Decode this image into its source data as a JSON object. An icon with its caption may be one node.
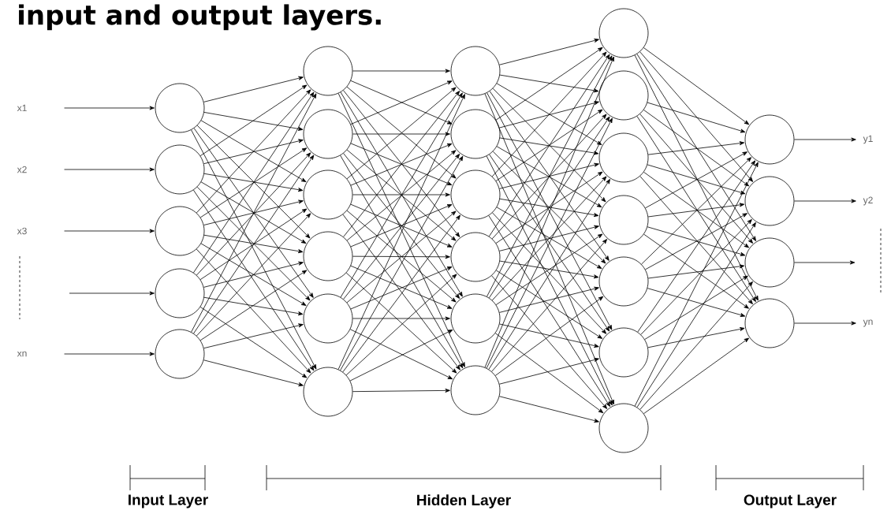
{
  "diagram": {
    "nodes": [
      {
        "text": [
          "x1"
        ]
      },
      {
        "text": [
          "x2"
        ]
      },
      {
        "text": [
          "x3"
        ]
      },
      {
        "text": [
          "xn"
        ]
      },
      {
        "text": [],
        "shape": "circle"
      },
      {
        "text": [],
        "shape": "circle"
      },
      {
        "text": [],
        "shape": "circle"
      },
      {
        "text": [],
        "shape": "circle"
      },
      {
        "text": [],
        "shape": "circle"
      },
      {
        "text": [],
        "shape": "circle"
      },
      {
        "text": [],
        "shape": "circle"
      },
      {
        "text": [],
        "shape": "circle"
      },
      {
        "text": [],
        "shape": "circle"
      },
      {
        "text": [],
        "shape": "circle"
      },
      {
        "text": [],
        "shape": "circle"
      },
      {
        "text": [],
        "shape": "circle"
      },
      {
        "text": [],
        "shape": "circle"
      },
      {
        "text": [],
        "shape": "circle"
      },
      {
        "text": [],
        "shape": "circle"
      },
      {
        "text": [],
        "shape": "circle"
      },
      {
        "text": [],
        "shape": "circle"
      },
      {
        "text": [],
        "shape": "circle"
      },
      {
        "text": [],
        "shape": "circle"
      },
      {
        "text": [],
        "shape": "circle"
      },
      {
        "text": [],
        "shape": "circle"
      },
      {
        "text": [],
        "shape": "circle"
      },
      {
        "text": [],
        "shape": "circle"
      },
      {
        "text": [],
        "shape": "circle"
      },
      {
        "text": [],
        "shape": "circle"
      },
      {
        "text": [],
        "shape": "circle"
      },
      {
        "text": [],
        "shape": "circle"
      },
      {
        "text": [],
        "shape": "circle"
      },
      {
        "text": [
          "y1"
        ]
      },
      {
        "text": [
          "y2"
        ]
      },
      {
        "text": [
          "yn"
        ]
      }
    ],
    "edges": [
      {
        "from": 0,
        "to": 4,
        "arrow": "to"
      },
      {
        "from": 1,
        "to": 5,
        "arrow": "to"
      },
      {
        "from": 2,
        "to": 6,
        "arrow": "to"
      },
      {
        "from": null,
        "to": 7,
        "arrow": "to"
      },
      {
        "from": 3,
        "to": 8,
        "arrow": "to"
      },
      {
        "from": 4,
        "to": 9,
        "arrow": "to"
      },
      {
        "from": 4,
        "to": 10,
        "arrow": "to"
      },
      {
        "from": 4,
        "to": 11,
        "arrow": "to"
      },
      {
        "from": 4,
        "to": 12,
        "arrow": "to"
      },
      {
        "from": 4,
        "to": 13,
        "arrow": "to"
      },
      {
        "from": 4,
        "to": 14,
        "arrow": "to"
      },
      {
        "from": 5,
        "to": 9,
        "arrow": "to"
      },
      {
        "from": 5,
        "to": 10,
        "arrow": "to"
      },
      {
        "from": 5,
        "to": 11,
        "arrow": "to"
      },
      {
        "from": 5,
        "to": 12,
        "arrow": "to"
      },
      {
        "from": 5,
        "to": 13,
        "arrow": "to"
      },
      {
        "from": 5,
        "to": 14,
        "arrow": "to"
      },
      {
        "from": 6,
        "to": 9,
        "arrow": "to"
      },
      {
        "from": 6,
        "to": 10,
        "arrow": "to"
      },
      {
        "from": 6,
        "to": 11,
        "arrow": "to"
      },
      {
        "from": 6,
        "to": 12,
        "arrow": "to"
      },
      {
        "from": 6,
        "to": 13,
        "arrow": "to"
      },
      {
        "from": 6,
        "to": 14,
        "arrow": "to"
      },
      {
        "from": 7,
        "to": 9,
        "arrow": "to"
      },
      {
        "from": 7,
        "to": 10,
        "arrow": "to"
      },
      {
        "from": 7,
        "to": 11,
        "arrow": "to"
      },
      {
        "from": 7,
        "to": 12,
        "arrow": "to"
      },
      {
        "from": 7,
        "to": 13,
        "arrow": "to"
      },
      {
        "from": 7,
        "to": 14,
        "arrow": "to"
      },
      {
        "from": 8,
        "to": 9,
        "arrow": "to"
      },
      {
        "from": 8,
        "to": 10,
        "arrow": "to"
      },
      {
        "from": 8,
        "to": 11,
        "arrow": "to"
      },
      {
        "from": 8,
        "to": 12,
        "arrow": "to"
      },
      {
        "from": 8,
        "to": 13,
        "arrow": "to"
      },
      {
        "from": 8,
        "to": 14,
        "arrow": "to"
      },
      {
        "from": 9,
        "to": 15,
        "arrow": "to"
      },
      {
        "from": 9,
        "to": 16,
        "arrow": "to"
      },
      {
        "from": 9,
        "to": 17,
        "arrow": "to"
      },
      {
        "from": 9,
        "to": 18,
        "arrow": "to"
      },
      {
        "from": 9,
        "to": 19,
        "arrow": "to"
      },
      {
        "from": 9,
        "to": 20,
        "arrow": "to"
      },
      {
        "from": 10,
        "to": 15,
        "arrow": "to"
      },
      {
        "from": 10,
        "to": 16,
        "arrow": "to"
      },
      {
        "from": 10,
        "to": 17,
        "arrow": "to"
      },
      {
        "from": 10,
        "to": 18,
        "arrow": "to"
      },
      {
        "from": 10,
        "to": 19,
        "arrow": "to"
      },
      {
        "from": 10,
        "to": 20,
        "arrow": "to"
      },
      {
        "from": 11,
        "to": 15,
        "arrow": "to"
      },
      {
        "from": 11,
        "to": 16,
        "arrow": "to"
      },
      {
        "from": 11,
        "to": 17,
        "arrow": "to"
      },
      {
        "from": 11,
        "to": 18,
        "arrow": "to"
      },
      {
        "from": 11,
        "to": 19,
        "arrow": "to"
      },
      {
        "from": 11,
        "to": 20,
        "arrow": "to"
      },
      {
        "from": 12,
        "to": 15,
        "arrow": "to"
      },
      {
        "from": 12,
        "to": 16,
        "arrow": "to"
      },
      {
        "from": 12,
        "to": 17,
        "arrow": "to"
      },
      {
        "from": 12,
        "to": 18,
        "arrow": "to"
      },
      {
        "from": 12,
        "to": 19,
        "arrow": "to"
      },
      {
        "from": 12,
        "to": 20,
        "arrow": "to"
      },
      {
        "from": 13,
        "to": 15,
        "arrow": "to"
      },
      {
        "from": 13,
        "to": 16,
        "arrow": "to"
      },
      {
        "from": 13,
        "to": 17,
        "arrow": "to"
      },
      {
        "from": 13,
        "to": 18,
        "arrow": "to"
      },
      {
        "from": 13,
        "to": 19,
        "arrow": "to"
      },
      {
        "from": 13,
        "to": 20,
        "arrow": "to"
      },
      {
        "from": 14,
        "to": 15,
        "arrow": "to"
      },
      {
        "from": 14,
        "to": 16,
        "arrow": "to"
      },
      {
        "from": 14,
        "to": 17,
        "arrow": "to"
      },
      {
        "from": 14,
        "to": 18,
        "arrow": "to"
      },
      {
        "from": 14,
        "to": 19,
        "arrow": "to"
      },
      {
        "from": 14,
        "to": 20,
        "arrow": "to"
      },
      {
        "from": 15,
        "to": 21,
        "arrow": "to"
      },
      {
        "from": 15,
        "to": 22,
        "arrow": "to"
      },
      {
        "from": 15,
        "to": 23,
        "arrow": "to"
      },
      {
        "from": 15,
        "to": 24,
        "arrow": "to"
      },
      {
        "from": 15,
        "to": 25,
        "arrow": "to"
      },
      {
        "from": 15,
        "to": 26,
        "arrow": "to"
      },
      {
        "from": 15,
        "to": 27,
        "arrow": "to"
      },
      {
        "from": 16,
        "to": 21,
        "arrow": "to"
      },
      {
        "from": 16,
        "to": 22,
        "arrow": "to"
      },
      {
        "from": 16,
        "to": 23,
        "arrow": "to"
      },
      {
        "from": 16,
        "to": 24,
        "arrow": "to"
      },
      {
        "from": 16,
        "to": 25,
        "arrow": "to"
      },
      {
        "from": 16,
        "to": 26,
        "arrow": "to"
      },
      {
        "from": 16,
        "to": 27,
        "arrow": "to"
      },
      {
        "from": 17,
        "to": 21,
        "arrow": "to"
      },
      {
        "from": 17,
        "to": 22,
        "arrow": "to"
      },
      {
        "from": 17,
        "to": 23,
        "arrow": "to"
      },
      {
        "from": 17,
        "to": 24,
        "arrow": "to"
      },
      {
        "from": 17,
        "to": 25,
        "arrow": "to"
      },
      {
        "from": 17,
        "to": 26,
        "arrow": "to"
      },
      {
        "from": 17,
        "to": 27,
        "arrow": "to"
      },
      {
        "from": 18,
        "to": 21,
        "arrow": "to"
      },
      {
        "from": 18,
        "to": 22,
        "arrow": "to"
      },
      {
        "from": 18,
        "to": 23,
        "arrow": "to"
      },
      {
        "from": 18,
        "to": 24,
        "arrow": "to"
      },
      {
        "from": 18,
        "to": 25,
        "arrow": "to"
      },
      {
        "from": 18,
        "to": 26,
        "arrow": "to"
      },
      {
        "from": 18,
        "to": 27,
        "arrow": "to"
      },
      {
        "from": 19,
        "to": 21,
        "arrow": "to"
      },
      {
        "from": 19,
        "to": 22,
        "arrow": "to"
      },
      {
        "from": 19,
        "to": 23,
        "arrow": "to"
      },
      {
        "from": 19,
        "to": 24,
        "arrow": "to"
      },
      {
        "from": 19,
        "to": 25,
        "arrow": "to"
      },
      {
        "from": 19,
        "to": 26,
        "arrow": "to"
      },
      {
        "from": 19,
        "to": 27,
        "arrow": "to"
      },
      {
        "from": 20,
        "to": 21,
        "arrow": "to"
      },
      {
        "from": 20,
        "to": 22,
        "arrow": "to"
      },
      {
        "from": 20,
        "to": 23,
        "arrow": "to"
      },
      {
        "from": 20,
        "to": 24,
        "arrow": "to"
      },
      {
        "from": 20,
        "to": 25,
        "arrow": "to"
      },
      {
        "from": 20,
        "to": 26,
        "arrow": "to"
      },
      {
        "from": 20,
        "to": 27,
        "arrow": "to"
      },
      {
        "from": 21,
        "to": 28,
        "arrow": "to"
      },
      {
        "from": 21,
        "to": 29,
        "arrow": "to"
      },
      {
        "from": 21,
        "to": 30,
        "arrow": "to"
      },
      {
        "from": 21,
        "to": 31,
        "arrow": "to"
      },
      {
        "from": 22,
        "to": 28,
        "arrow": "to"
      },
      {
        "from": 22,
        "to": 29,
        "arrow": "to"
      },
      {
        "from": 22,
        "to": 30,
        "arrow": "to"
      },
      {
        "from": 22,
        "to": 31,
        "arrow": "to"
      },
      {
        "from": 23,
        "to": 28,
        "arrow": "to"
      },
      {
        "from": 23,
        "to": 29,
        "arrow": "to"
      },
      {
        "from": 23,
        "to": 30,
        "arrow": "to"
      },
      {
        "from": 23,
        "to": 31,
        "arrow": "to"
      },
      {
        "from": 24,
        "to": 28,
        "arrow": "to"
      },
      {
        "from": 24,
        "to": 29,
        "arrow": "to"
      },
      {
        "from": 24,
        "to": 30,
        "arrow": "to"
      },
      {
        "from": 24,
        "to": 31,
        "arrow": "to"
      },
      {
        "from": 25,
        "to": 28,
        "arrow": "to"
      },
      {
        "from": 25,
        "to": 29,
        "arrow": "to"
      },
      {
        "from": 25,
        "to": 30,
        "arrow": "to"
      },
      {
        "from": 25,
        "to": 31,
        "arrow": "to"
      },
      {
        "from": 26,
        "to": 28,
        "arrow": "to"
      },
      {
        "from": 26,
        "to": 29,
        "arrow": "to"
      },
      {
        "from": 26,
        "to": 30,
        "arrow": "to"
      },
      {
        "from": 26,
        "to": 31,
        "arrow": "to"
      },
      {
        "from": 27,
        "to": 28,
        "arrow": "to"
      },
      {
        "from": 27,
        "to": 29,
        "arrow": "to"
      },
      {
        "from": 27,
        "to": 30,
        "arrow": "to"
      },
      {
        "from": 27,
        "to": 31,
        "arrow": "to"
      },
      {
        "from": 28,
        "to": 32,
        "arrow": "to"
      },
      {
        "from": 29,
        "to": 33,
        "arrow": "to"
      },
      {
        "from": 30,
        "to": null,
        "arrow": "to"
      },
      {
        "from": 31,
        "to": 34,
        "arrow": "to"
      }
    ],
    "labels": [
      "input and output layers.",
      "Input Layer",
      "Hidden Layer",
      "Output Layer"
    ]
  }
}
